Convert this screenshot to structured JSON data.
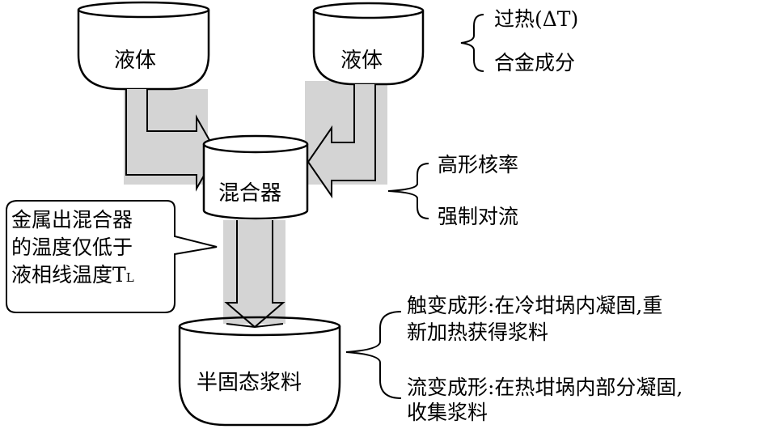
{
  "nodes": {
    "liquid_left": "液体",
    "liquid_right": "液体",
    "mixer": "混合器",
    "slurry": "半固态浆料"
  },
  "annotations": {
    "superheat": "过热(ΔT)",
    "alloy_composition": "合金成分",
    "high_nucleation": "高形核率",
    "forced_convection": "强制对流",
    "thixoforming_line1": "触变成形:在冷坩埚内凝固,重",
    "thixoforming_line2": "新加热获得浆料",
    "rheoforming_line1": "流变成形:在热坩埚内部分凝固,",
    "rheoforming_line2": "收集浆料"
  },
  "callout": {
    "line1": "金属出混合器",
    "line2": "的温度仅低于",
    "line3": "液相线温度T",
    "subscript": "L"
  },
  "colors": {
    "arrow_fill": "#d4d4d4",
    "stroke": "#000000",
    "background": "#ffffff"
  }
}
